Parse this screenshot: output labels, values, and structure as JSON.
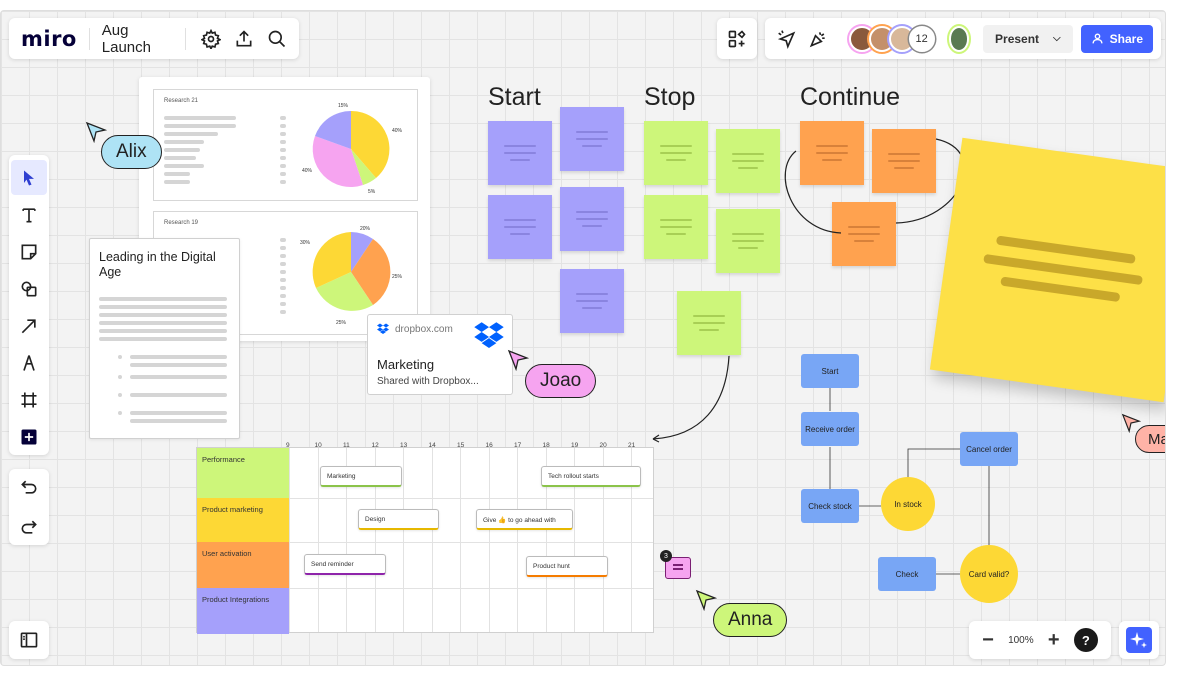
{
  "header": {
    "logo": "miro",
    "board_title": "Aug Launch",
    "icons": [
      "gear-icon",
      "upload-icon",
      "search-icon"
    ]
  },
  "collaborators": {
    "extra_count": "12",
    "present_label": "Present",
    "share_label": "Share"
  },
  "toolbar": {
    "tools": [
      "select",
      "text",
      "sticky-note",
      "shapes",
      "arrow",
      "pen",
      "frame",
      "add"
    ]
  },
  "zoom": {
    "level": "100%",
    "help": "?"
  },
  "research": [
    {
      "title": "Research 21",
      "labels": [
        "15%",
        "40%",
        "40%",
        "5%"
      ]
    },
    {
      "title": "Research 19",
      "labels": [
        "20%",
        "30%",
        "25%",
        "25%"
      ]
    }
  ],
  "doc_card": {
    "title": "Leading in the Digital Age"
  },
  "dropbox": {
    "domain": "dropbox.com",
    "title": "Marketing",
    "subtitle": "Shared with Dropbox..."
  },
  "retro": {
    "start": "Start",
    "stop": "Stop",
    "continue": "Continue"
  },
  "cursors": {
    "alix": "Alix",
    "joao": "Joao",
    "maria": "Maria",
    "anna": "Anna"
  },
  "comment": {
    "count": "3"
  },
  "timeline": {
    "days": [
      "9",
      "10",
      "11",
      "12",
      "13",
      "14",
      "15",
      "16",
      "17",
      "18",
      "19",
      "20",
      "21"
    ],
    "rows": [
      "Performance",
      "Product marketing",
      "User activation",
      "Product Integrations"
    ],
    "bars": [
      "Marketing",
      "Tech rollout starts",
      "Design",
      "Give 👍 to go ahead with",
      "Send reminder",
      "Product hunt"
    ]
  },
  "flow": {
    "start": "Start",
    "receive_order": "Receive order",
    "check_stock": "Check stock",
    "in_stock": "In stock",
    "cancel_order": "Cancel order",
    "check": "Check",
    "card_valid": "Card valid?"
  },
  "colors": {
    "purple_sticky": "#a5a0fb",
    "green_sticky": "#cdf67a",
    "orange_sticky": "#ffa24f",
    "yellow_sticky": "#fde047",
    "accent": "#4262ff",
    "flow_blue": "#78a6f5"
  }
}
